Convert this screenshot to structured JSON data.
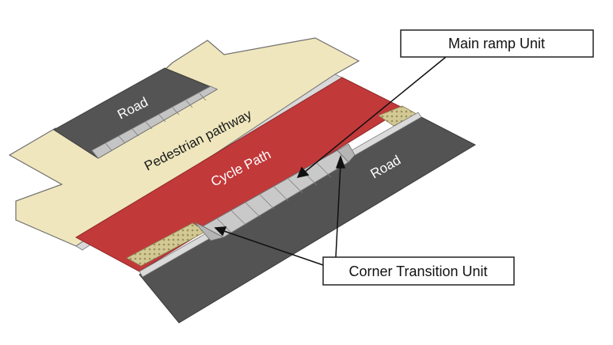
{
  "diagram": {
    "labels": {
      "road_upper": "Road",
      "road_lower": "Road",
      "pedestrian_pathway": "Pedestrian pathway",
      "cycle_path": "Cycle Path"
    },
    "callouts": {
      "main_ramp": "Main ramp Unit",
      "corner_transition": "Corner Transition Unit"
    },
    "colors": {
      "road": "#535353",
      "pedestrian": "#efe6bd",
      "cycle_path": "#c2393a",
      "ramp": "#c9c9c9",
      "tactile": "#cfc694",
      "curb": "#d6d6d6"
    }
  }
}
